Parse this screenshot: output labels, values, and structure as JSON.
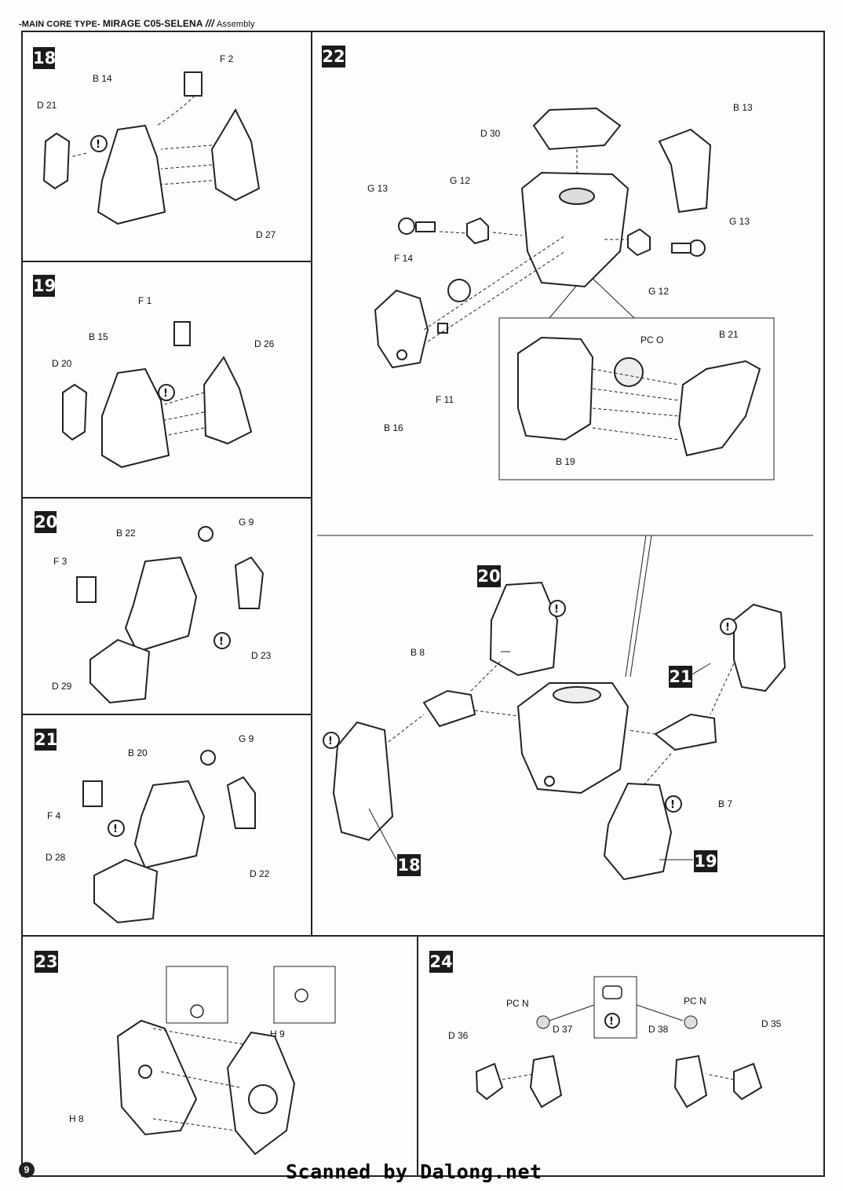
{
  "header": {
    "prefix": "-MAIN CORE TYPE-",
    "title": "MIRAGE C05-SELENA",
    "slashes": "///",
    "suffix": "Assembly"
  },
  "page_number": "9",
  "footer": "Scanned by Dalong.net",
  "steps": {
    "s18": {
      "number": "18",
      "labels": [
        "F 2",
        "B 14",
        "D 21",
        "D 27"
      ]
    },
    "s19": {
      "number": "19",
      "labels": [
        "F 1",
        "B 15",
        "D 20",
        "D 26"
      ]
    },
    "s20": {
      "number": "20",
      "labels": [
        "B 22",
        "G 9",
        "F 3",
        "D 23",
        "D 29"
      ]
    },
    "s21": {
      "number": "21",
      "labels": [
        "B 20",
        "G 9",
        "F 4",
        "D 28",
        "D 22"
      ]
    },
    "s22": {
      "number": "22",
      "labels": [
        "D 30",
        "B 13",
        "G 13",
        "G 12",
        "G 13",
        "F 14",
        "G 12",
        "F 11",
        "B 16",
        "PC O",
        "B 21",
        "B 19"
      ]
    },
    "combo": {
      "labels": [
        "20",
        "21",
        "18",
        "19",
        "B 8",
        "B 7"
      ]
    },
    "s23": {
      "number": "23",
      "labels": [
        "H 9",
        "H 8"
      ]
    },
    "s24": {
      "number": "24",
      "labels": [
        "PC N",
        "PC N",
        "D 36",
        "D 37",
        "D 38",
        "D 35"
      ]
    }
  },
  "icons": [
    "caution-icon"
  ]
}
